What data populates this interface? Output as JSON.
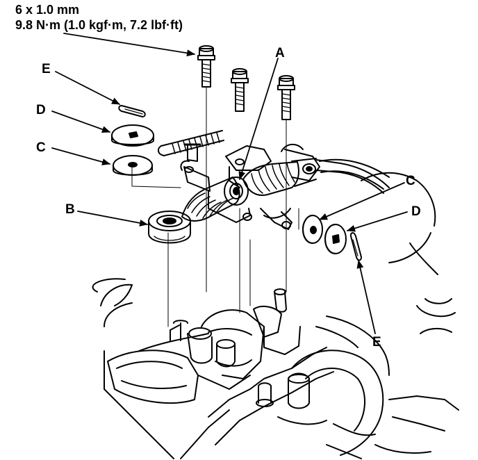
{
  "spec": {
    "bolt_size": "6 x 1.0 mm",
    "torque": "9.8 N·m (1.0 kgf·m, 7.2 lbf·ft)"
  },
  "callouts": {
    "A": "A",
    "B": "B",
    "C_left": "C",
    "C_right": "C",
    "D_left": "D",
    "D_right": "D",
    "E_left": "E",
    "E_right": "E"
  },
  "colors": {
    "ink": "#000000",
    "paper": "#ffffff"
  }
}
